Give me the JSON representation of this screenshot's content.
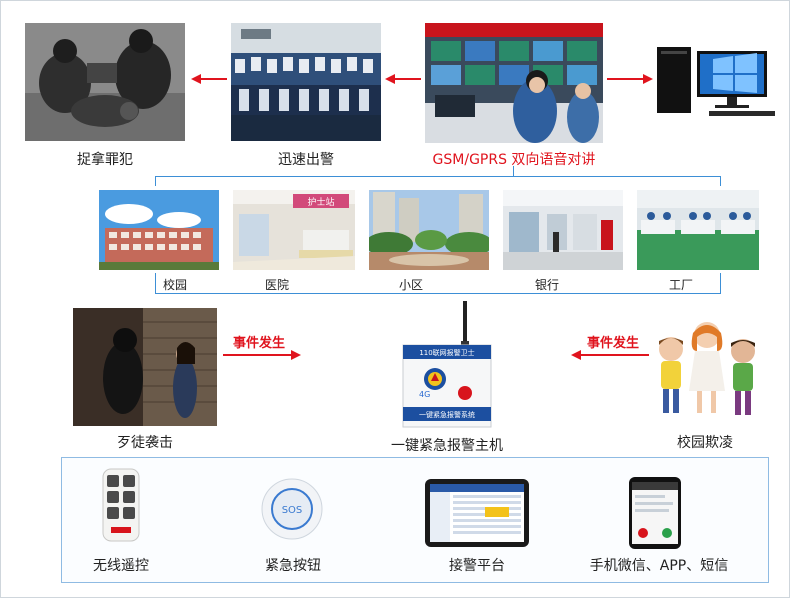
{
  "top": {
    "arrest_label": "捉拿罪犯",
    "dispatch_label": "迅速出警",
    "talk_label": "GSM/GPRS 双向语音对讲"
  },
  "venues": [
    {
      "label": "校园"
    },
    {
      "label": "医院"
    },
    {
      "label": "小区"
    },
    {
      "label": "银行"
    },
    {
      "label": "工厂"
    }
  ],
  "events": {
    "left_event": "事件发生",
    "right_event": "事件发生",
    "attack_label": "歹徒袭击",
    "host_label": "一键紧急报警主机",
    "bully_label": "校园欺凌",
    "device_title": "110联网报警卫士",
    "device_footer": "一键紧急报警系统",
    "device_4g": "4G"
  },
  "hospital_sign": "护士站",
  "sos_text": "SOS",
  "devices": [
    {
      "label": "无线遥控"
    },
    {
      "label": "紧急按钮"
    },
    {
      "label": "接警平台"
    },
    {
      "label": "手机微信、APP、短信"
    }
  ],
  "colors": {
    "accent_red": "#e0141e",
    "line_blue": "#3d8fd6"
  }
}
